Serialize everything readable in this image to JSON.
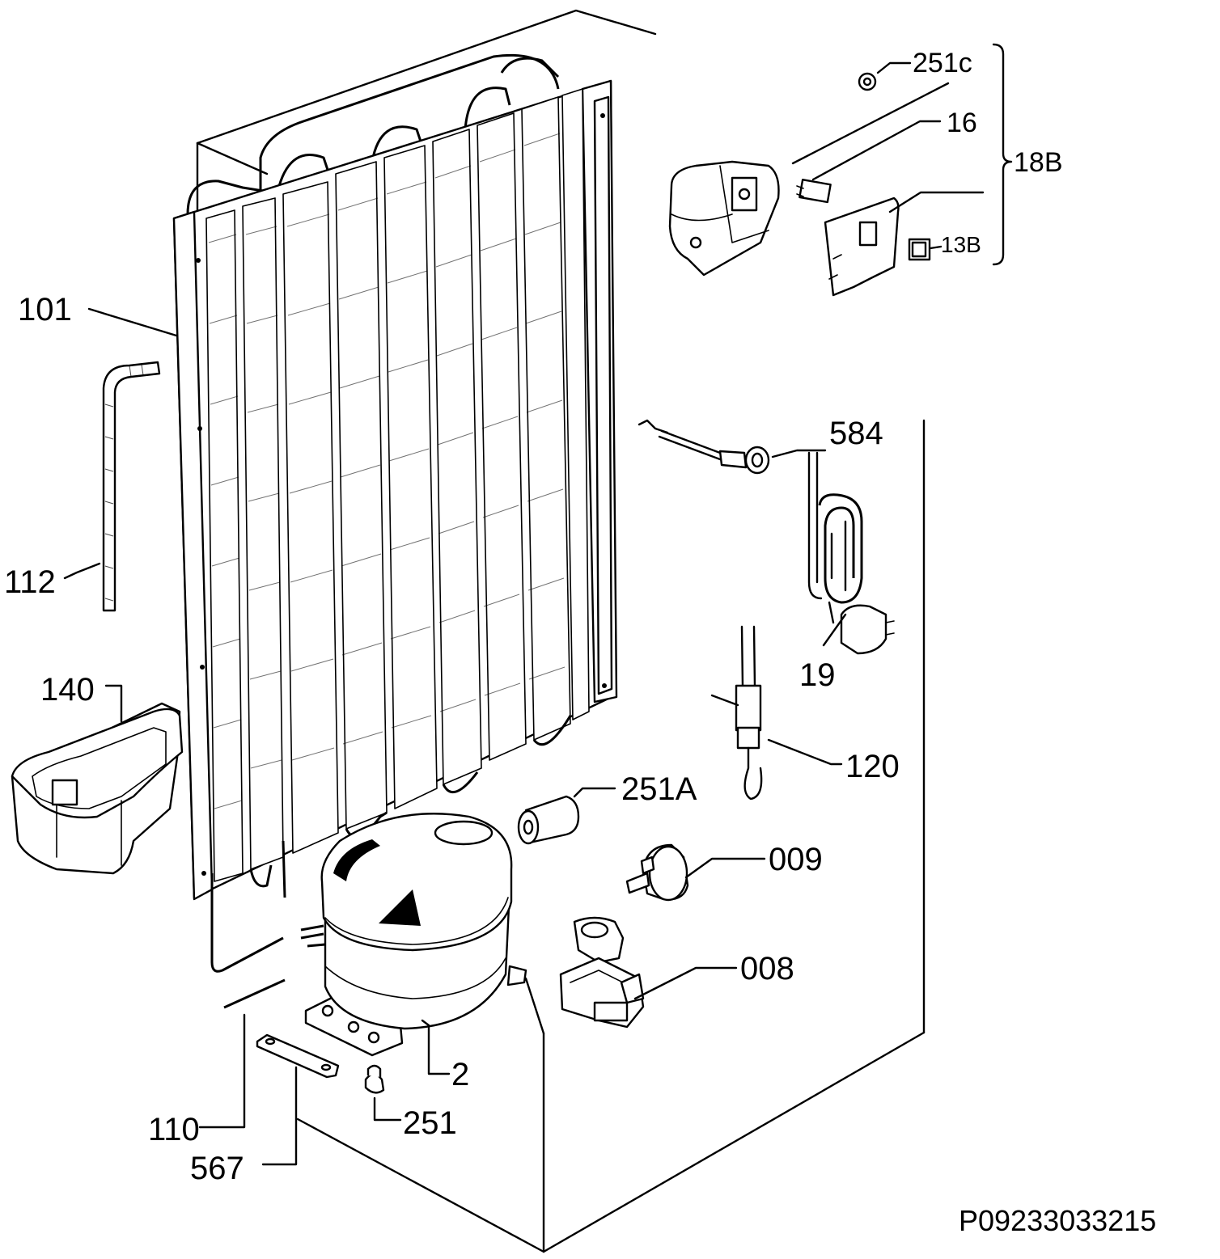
{
  "diagram": {
    "parts": [
      {
        "id": "101",
        "label": "101"
      },
      {
        "id": "112",
        "label": "112"
      },
      {
        "id": "140",
        "label": "140"
      },
      {
        "id": "251C",
        "label": "251c"
      },
      {
        "id": "16",
        "label": "16"
      },
      {
        "id": "18B",
        "label": "18B"
      },
      {
        "id": "13B",
        "label": "13B"
      },
      {
        "id": "584",
        "label": "584"
      },
      {
        "id": "19",
        "label": "19"
      },
      {
        "id": "120",
        "label": "120"
      },
      {
        "id": "251A",
        "label": "251A"
      },
      {
        "id": "009",
        "label": "009"
      },
      {
        "id": "008",
        "label": "008"
      },
      {
        "id": "2",
        "label": "2"
      },
      {
        "id": "251",
        "label": "251"
      },
      {
        "id": "110",
        "label": "110"
      },
      {
        "id": "567",
        "label": "567"
      }
    ],
    "reference_code": "P09233033215"
  }
}
